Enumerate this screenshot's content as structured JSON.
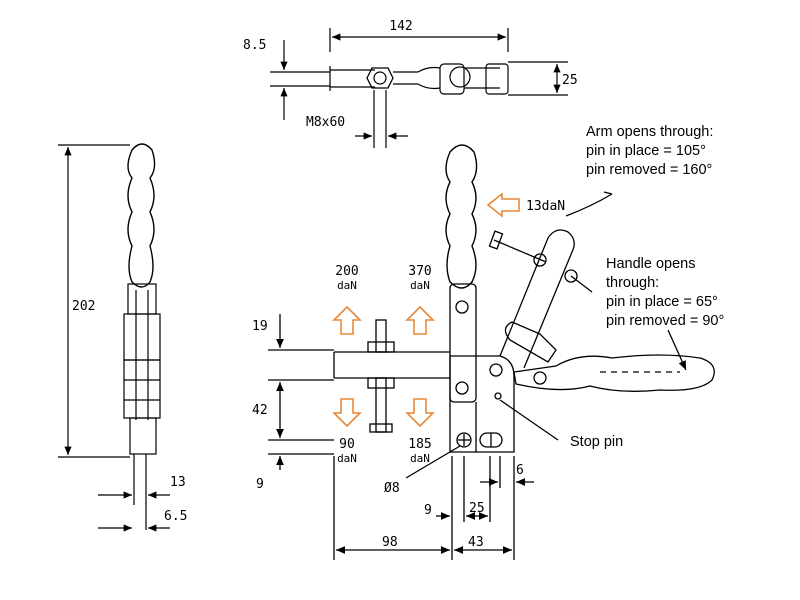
{
  "top_view": {
    "width": "142",
    "thickness": "8.5",
    "height": "25",
    "bolt": "M8x60"
  },
  "side_view": {
    "height": "202",
    "w13": "13",
    "w65": "6.5"
  },
  "main_view": {
    "d19": "19",
    "d42": "42",
    "d9_left": "9",
    "hole": "Ø8",
    "d9_bottom": "9",
    "d25": "25",
    "d6": "6",
    "d98": "98",
    "d43": "43"
  },
  "forces": {
    "up_left_value": "200",
    "up_left_unit": "daN",
    "up_right_value": "370",
    "up_right_unit": "daN",
    "down_left_value": "90",
    "down_left_unit": "daN",
    "down_right_value": "185",
    "down_right_unit": "daN",
    "handle_force": "13daN"
  },
  "notes": {
    "arm_l1": "Arm opens through:",
    "arm_l2": "pin in place = 105°",
    "arm_l3": "pin removed = 160°",
    "handle_l1": "Handle opens",
    "handle_l2": "through:",
    "handle_l3": "pin in place = 65°",
    "handle_l4": "pin removed = 90°",
    "stop_pin": "Stop pin"
  },
  "colors": {
    "arrow": "#e8883a",
    "line": "#000000"
  }
}
